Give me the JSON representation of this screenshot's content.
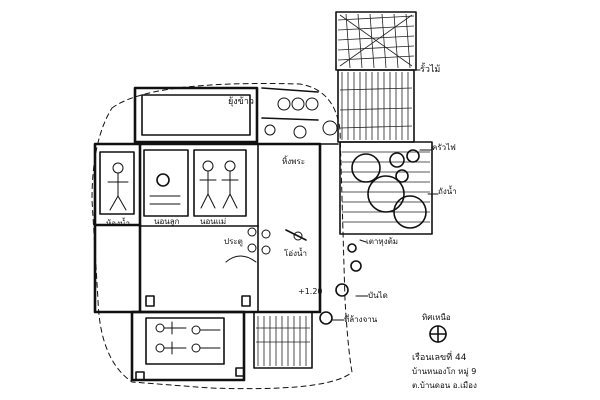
{
  "labels": {
    "rice_store": "ยุ้งข้าว",
    "fence": "รั้วไม้",
    "bathroom": "ห้องน้ำ",
    "sleep_left": "นอนลูก",
    "sleep_mid": "นอนแม่",
    "shrine": "หิ้งพระ",
    "door_left": "ประตู",
    "water_jar": "โอ่งน้ำ",
    "kitchen_top": "ครัวไฟ",
    "water_tank": "ถังน้ำ",
    "stove": "เตาหุงต้ม",
    "plus_value": "+1.20",
    "steps": "บันได",
    "wash_area": "ที่ล้างจาน",
    "north_label": "ทิศเหนือ",
    "house_no": "เรือนเลขที่ 44",
    "village": "บ้านหนองโก หมู่ 9",
    "district": "ต.บ้านดอน อ.เมือง"
  }
}
